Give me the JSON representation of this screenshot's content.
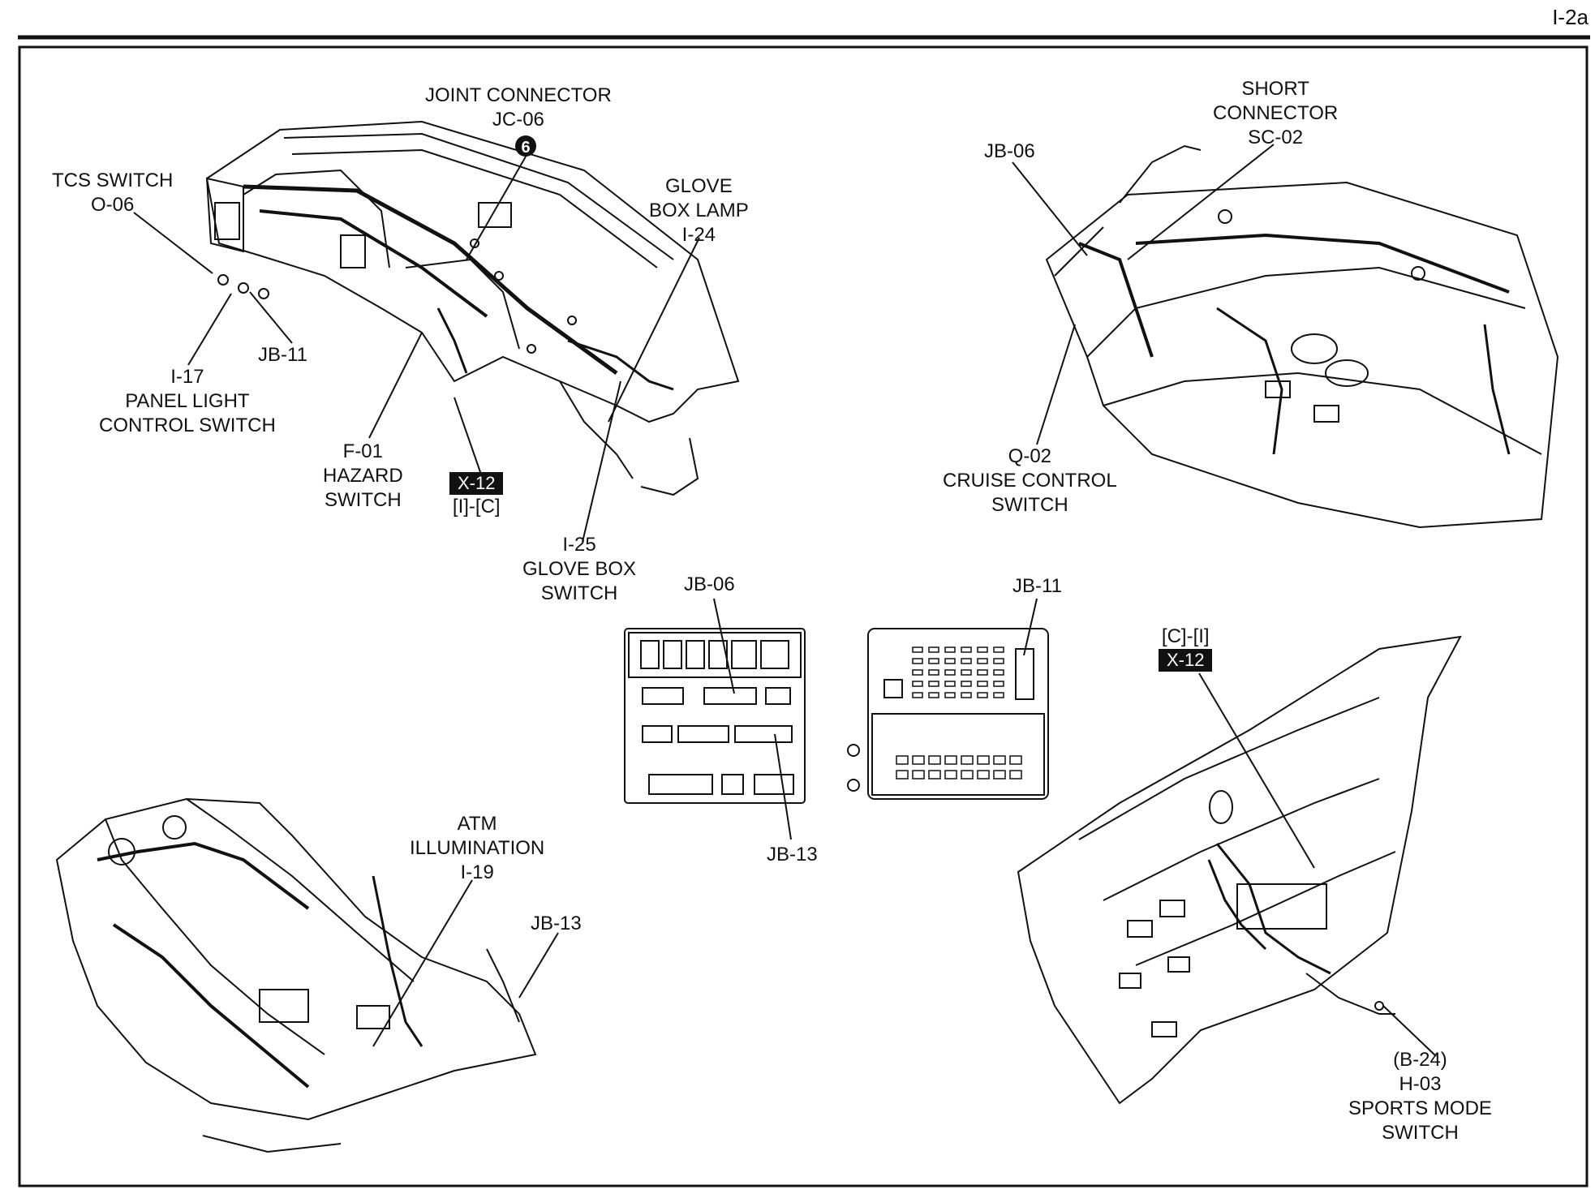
{
  "page_id": "I-2a",
  "callouts": {
    "joint_connector": [
      "JOINT CONNECTOR",
      "JC-06"
    ],
    "joint_connector_badge": "6",
    "tcs_switch": [
      "TCS SWITCH",
      "O-06"
    ],
    "glove_box_lamp": [
      "GLOVE",
      "BOX LAMP",
      "I-24"
    ],
    "jb11_top": [
      "JB-11"
    ],
    "panel_light": [
      "I-17",
      "PANEL LIGHT",
      "CONTROL SWITCH"
    ],
    "hazard_switch": [
      "F-01",
      "HAZARD",
      "SWITCH"
    ],
    "x12_left_tag": "X-12",
    "x12_left_sub": "[I]-[C]",
    "glove_box_switch": [
      "I-25",
      "GLOVE BOX",
      "SWITCH"
    ],
    "short_connector": [
      "SHORT",
      "CONNECTOR",
      "SC-02"
    ],
    "jb06_top": [
      "JB-06"
    ],
    "cruise_control": [
      "Q-02",
      "CRUISE CONTROL",
      "SWITCH"
    ],
    "jb06_mid": [
      "JB-06"
    ],
    "jb11_mid": [
      "JB-11"
    ],
    "jb13_mid": [
      "JB-13"
    ],
    "x12_right_sub": "[C]-[I]",
    "x12_right_tag": "X-12",
    "atm_illumination": [
      "ATM",
      "ILLUMINATION",
      "I-19"
    ],
    "jb13_bottom": [
      "JB-13"
    ],
    "sports_mode": [
      "(B-24)",
      "H-03",
      "SPORTS MODE",
      "SWITCH"
    ]
  },
  "colors": {
    "ink": "#111111",
    "paper": "#ffffff"
  }
}
